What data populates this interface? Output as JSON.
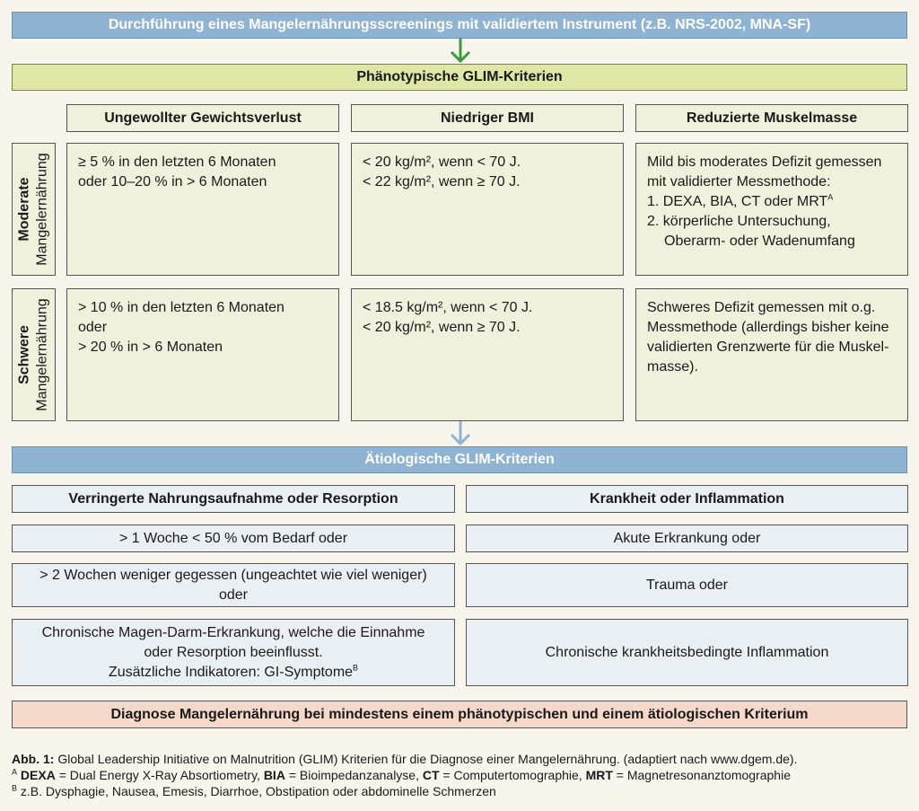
{
  "screening": "Durchführung eines Mangelernährungsscreenings mit validiertem Instrument (z.B. NRS-2002, MNA-SF)",
  "phenotypic": {
    "title": "Phänotypische GLIM-Kriterien",
    "columns": [
      "Ungewollter Gewichtsverlust",
      "Niedriger BMI",
      "Reduzierte Muskelmasse"
    ],
    "moderate": {
      "label_bold": "Moderate",
      "label": "Mangelernährung",
      "weight": [
        "≥ 5 % in den letzten 6 Monaten",
        "oder 10–20 % in > 6 Monaten"
      ],
      "bmi": [
        "< 20 kg/m², wenn < 70 J.",
        "< 22 kg/m², wenn ≥ 70 J."
      ],
      "muscle": [
        "Mild bis moderates Defizit gemessen",
        "mit validierter Messmethode:",
        "1. DEXA, BIA, CT oder MRT",
        "2. körperliche Untersuchung,",
        "Oberarm- oder Wadenumfang"
      ],
      "muscle_sup": "A"
    },
    "severe": {
      "label_bold": "Schwere",
      "label": "Mangelernährung",
      "weight": [
        "> 10 % in den letzten 6 Monaten",
        "oder",
        "> 20 % in > 6 Monaten"
      ],
      "bmi": [
        "< 18.5 kg/m², wenn < 70 J.",
        "< 20 kg/m², wenn ≥ 70 J."
      ],
      "muscle": [
        "Schweres Defizit gemessen mit o.g.",
        "Messmethode (allerdings bisher keine",
        "validierten Grenzwerte für die Muskel-",
        "masse)."
      ]
    }
  },
  "etiologic": {
    "title": "Ätiologische GLIM-Kriterien",
    "left_head": "Verringerte Nahrungsaufnahme oder Resorption",
    "right_head": "Krankheit oder Inflammation",
    "left": [
      [
        "> 1 Woche < 50 % vom Bedarf oder"
      ],
      [
        "> 2 Wochen weniger gegessen (ungeachtet wie viel weniger)",
        "oder"
      ],
      [
        "Chronische Magen-Darm-Erkrankung, welche die Einnahme",
        "oder Resorption beeinflusst.",
        "Zusätzliche Indikatoren: GI-Symptome"
      ]
    ],
    "left_sup": "B",
    "right": [
      "Akute Erkrankung oder",
      "Trauma oder",
      "Chronische krankheitsbedingte Inflammation"
    ]
  },
  "diagnosis": "Diagnose Mangelernährung bei mindestens einem phänotypischen und einem ätiologischen Kriterium",
  "caption": {
    "label": "Abb. 1:",
    "text": "Global Leadership Initiative on Malnutrition (GLIM) Kriterien für die Diagnose einer Mangelernährung. (adaptiert nach www.dgem.de).",
    "footnote_a_mark": "A",
    "footnote_a": [
      {
        "b": "DEXA",
        "t": " = Dual Energy X-Ray Absortiometry, "
      },
      {
        "b": "BIA",
        "t": " = Bioimpedanzanalyse, "
      },
      {
        "b": "CT",
        "t": " = Computertomographie, "
      },
      {
        "b": "MRT",
        "t": " = Magnetresonanztomographie"
      }
    ],
    "footnote_b_mark": "B",
    "footnote_b": "z.B. Dysphagie, Nausea, Emesis, Diarrhoe, Obstipation oder abdominelle Schmerzen"
  },
  "colors": {
    "background": "#f8f5ec",
    "blue_banner": "#8fb3d3",
    "green_banner": "#dfe7a6",
    "cell": "#f1f0dc",
    "etio_cell": "#eaeff3",
    "diagnosis": "#f4d8c9",
    "arrow_green": "#3c9a3c",
    "arrow_blue": "#8fb3d3"
  },
  "icons": [
    "arrow-down-icon",
    "arrow-down-icon"
  ]
}
